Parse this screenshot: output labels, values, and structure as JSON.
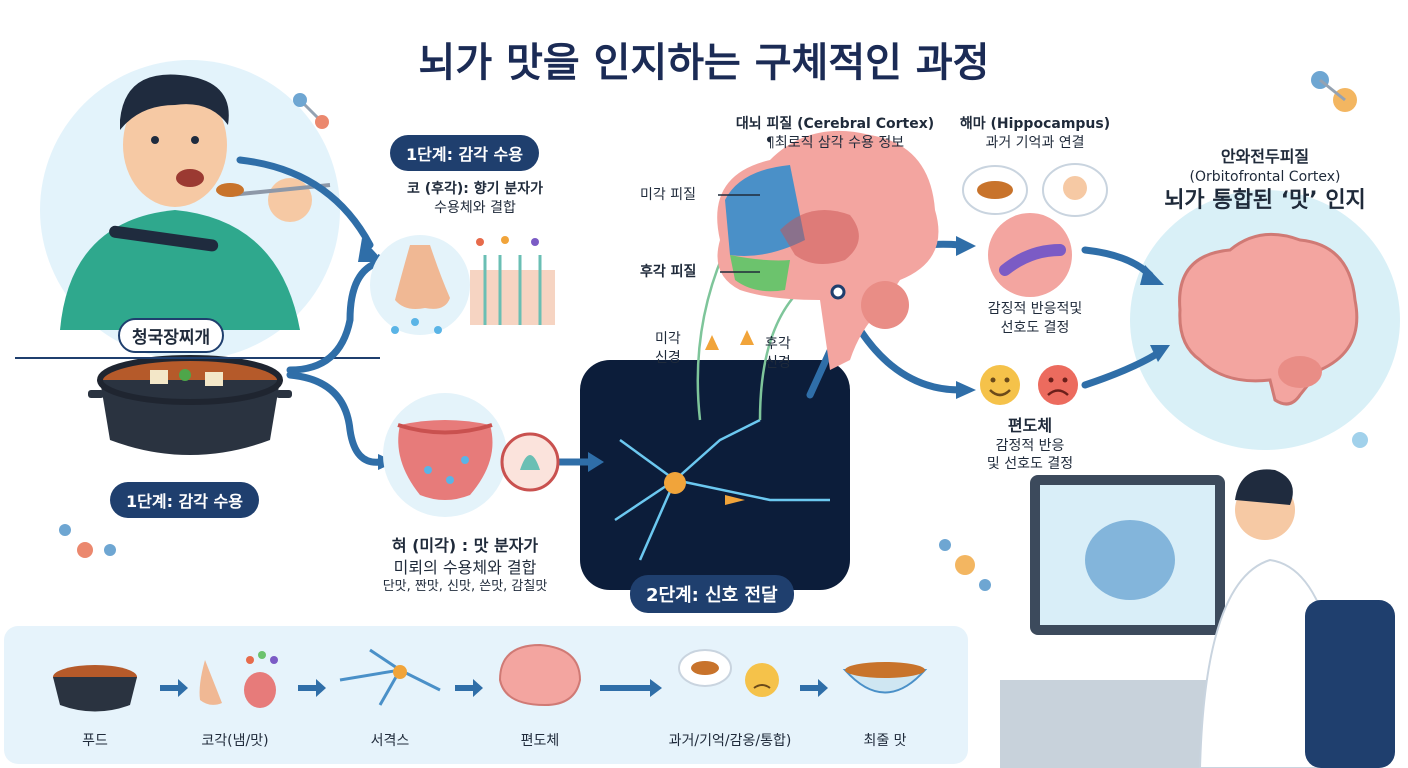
{
  "title": "뇌가 맛을 인지하는 구체적인 과정",
  "stage1": {
    "pill_top": "1단계: 감각 수용",
    "pill_bottom": "1단계: 감각 수용",
    "food_label": "청국장찌개",
    "nose_title": "코 (후각): 향기 분자가",
    "nose_sub": "수용체와 결합",
    "tongue_title": "혀 (미각) : 맛 분자가",
    "tongue_sub": "미뢰의 수용체와 결합",
    "tongue_tastes": "단맛, 짠맛, 신맛, 쓴맛, 감칠맛"
  },
  "stage2": {
    "pill": "2단계: 신호 전달",
    "taste_nerve": [
      "미각",
      "신경"
    ],
    "smell_nerve": [
      "후각",
      "신경"
    ]
  },
  "brain": {
    "cortex_title": "대뇌 피질 (Cerebral Cortex)",
    "cortex_sub": "¶최로직 삼각 수용 정보",
    "taste_cortex": "미각 피질",
    "smell_cortex": "후각 피질"
  },
  "hippocampus": {
    "title": "해마 (Hippocampus)",
    "sub": "과거 기억과 연결",
    "note": [
      "감징적 반응적및",
      "선호도 결정"
    ]
  },
  "amygdala": {
    "title": "편도체",
    "sub": [
      "감정적 반응",
      "및 선호도 결정"
    ]
  },
  "ofc": {
    "title": "안와전두피질",
    "sub": "(Orbitofrontal Cortex)",
    "result": "뇌가 통합된 ‘맛’ 인지"
  },
  "flow": [
    {
      "label": "푸드",
      "icon": "pot-icon"
    },
    {
      "label": "코각(냄/맛)",
      "icon": "nose-tongue-icon"
    },
    {
      "label": "서격스",
      "icon": "neuron-icon"
    },
    {
      "label": "편도체",
      "icon": "brain-icon"
    },
    {
      "label": "과거/기억/감옹/통합)",
      "icon": "memory-icon"
    },
    {
      "label": "최줄 맛",
      "icon": "bowl-icon"
    }
  ],
  "colors": {
    "navy": "#1f3f6e",
    "arrow": "#2f6ea8",
    "brain_pink": "#f3a5a0",
    "panel_bg": "#e6f3fb"
  }
}
